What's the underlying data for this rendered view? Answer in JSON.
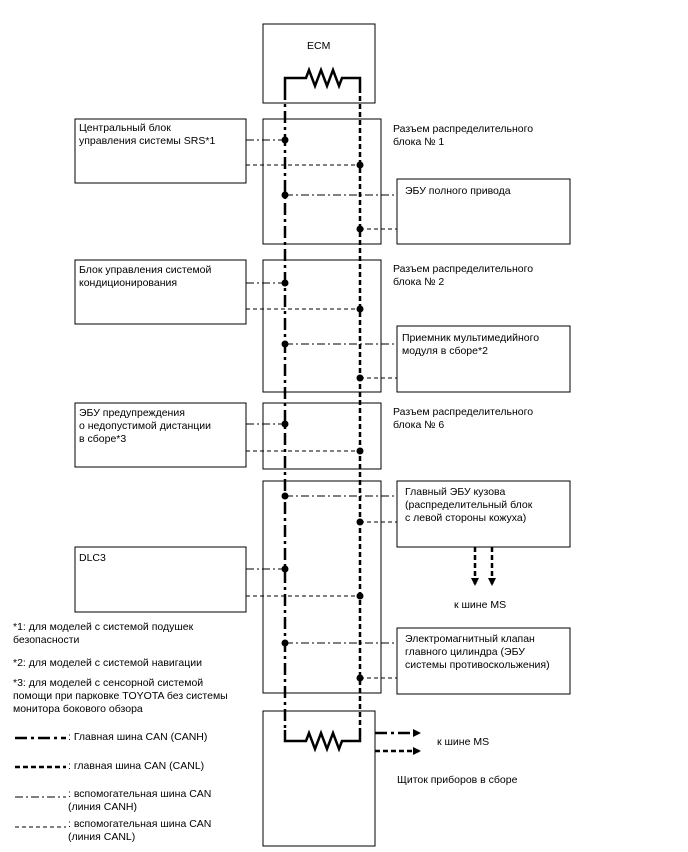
{
  "ecm": {
    "label": "ECM"
  },
  "left_modules": [
    {
      "id": "srs",
      "label": "Центральный блок\nуправления системы SRS*1"
    },
    {
      "id": "ac",
      "label": "Блок управления системой\nкондиционирования"
    },
    {
      "id": "distance",
      "label": "ЭБУ предупреждения\nо недопустимой дистанции\nв сборе*3"
    },
    {
      "id": "dlc3",
      "label": "DLC3"
    }
  ],
  "junction_blocks": [
    {
      "id": "jb1",
      "label": "Разъем распределительного\nблока № 1"
    },
    {
      "id": "jb2",
      "label": "Разъем распределительного\nблока № 2"
    },
    {
      "id": "jb6",
      "label": "Разъем распределительного\nблока № 6"
    }
  ],
  "right_modules": [
    {
      "id": "awd",
      "label": "ЭБУ полного привода"
    },
    {
      "id": "multimedia",
      "label": "Приемник мультимедийного\nмодуля в сборе*2"
    },
    {
      "id": "body",
      "label": "Главный ЭБУ кузова\n(распределительный блок\nс левой стороны кожуха)"
    },
    {
      "id": "brake",
      "label": "Электромагнитный клапан\nглавного цилиндра (ЭБУ\nсистемы противоскольжения)"
    }
  ],
  "ms_bus_label_1": "к шине MS",
  "ms_bus_label_2": "к шине MS",
  "combination_meter": {
    "label": "Щиток приборов в сборе"
  },
  "footnotes": [
    "*1: для моделей с системой подушек\nбезопасности",
    "*2: для моделей с системой навигации",
    "*3: для моделей с сенсорной системой\nпомощи при парковке TOYOTA без системы\nмонитора бокового обзора"
  ],
  "legend": [
    {
      "style": "main-canh",
      "label": ": Главная шина CAN (CANH)"
    },
    {
      "style": "main-canl",
      "label": ": главная шина CAN (CANL)"
    },
    {
      "style": "sub-canh",
      "label": ": вспомогательная шина CAN\n(линия CANH)"
    },
    {
      "style": "sub-canl",
      "label": ": вспомогательная шина CAN\n(линия CANL)"
    }
  ]
}
